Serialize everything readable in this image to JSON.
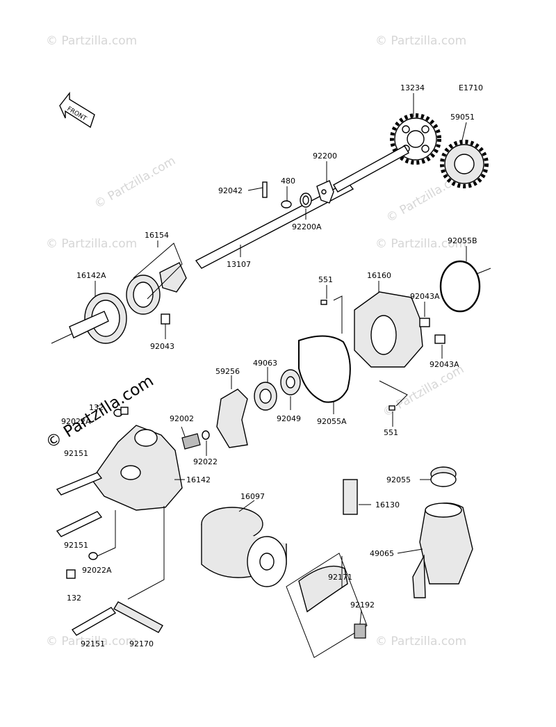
{
  "diagram": {
    "code": "E1710",
    "front_label": "FRONT",
    "watermark": "© Partzilla.com",
    "watermark_featured": "© Partzilla.com",
    "parts": {
      "p13234": "13234",
      "p59051": "59051",
      "p92200": "92200",
      "p92042": "92042",
      "p480": "480",
      "p92200A": "92200A",
      "p16154": "16154",
      "p13107": "13107",
      "p16142A": "16142A",
      "p92043": "92043",
      "p92055B": "92055B",
      "p551_top": "551",
      "p16160": "16160",
      "p92043A_1": "92043A",
      "p92043A_2": "92043A",
      "p59256": "59256",
      "p49063": "49063",
      "p92049": "92049",
      "p92055A": "92055A",
      "p551_bot": "551",
      "p132_top": "132",
      "p92022A_top": "92022A",
      "p92002": "92002",
      "p92022": "92022",
      "p92151_1": "92151",
      "p16142": "16142",
      "p92151_2": "92151",
      "p92022A_bot": "92022A",
      "p132_bot": "132",
      "p92151_3": "92151",
      "p92170": "92170",
      "p16097": "16097",
      "p92055": "92055",
      "p16130": "16130",
      "p92171": "92171",
      "p49065": "49065",
      "p92192": "92192"
    }
  }
}
